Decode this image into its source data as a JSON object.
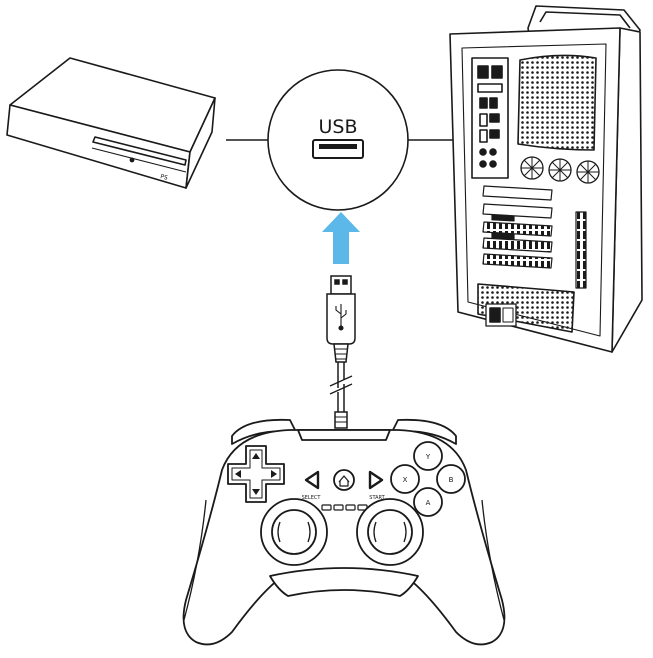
{
  "diagram": {
    "port_label": "USB",
    "controller": {
      "face_buttons": {
        "top": "Y",
        "left": "X",
        "right": "B",
        "bottom": "A"
      },
      "select_label": "SELECT",
      "start_label": "START"
    },
    "console_logo": "PS",
    "arrow_color": "#5bb8e8",
    "line_color": "#1a1a1a"
  }
}
